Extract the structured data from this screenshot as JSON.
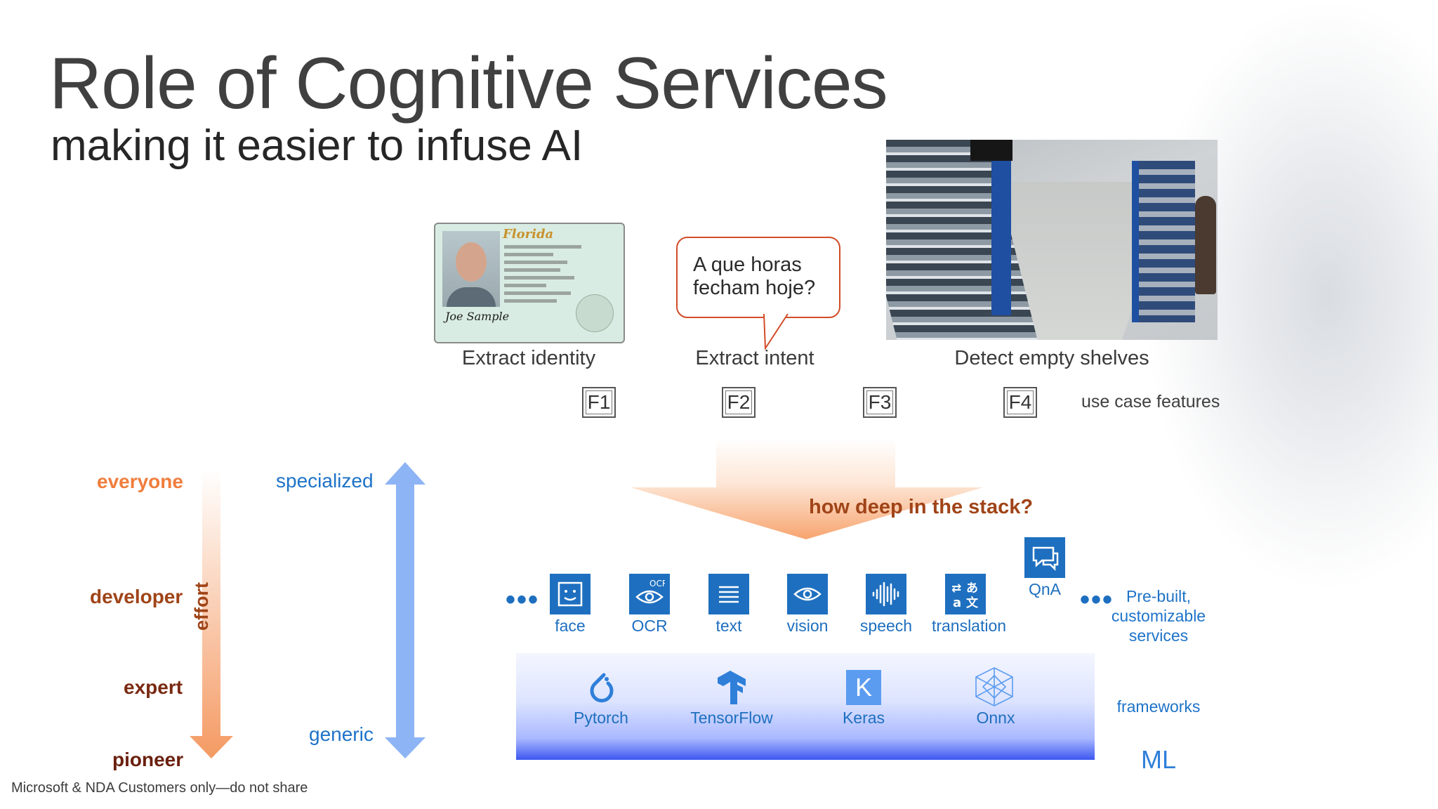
{
  "slide": {
    "title": "Role of Cognitive Services",
    "subtitle": "making it easier to infuse AI"
  },
  "use_cases": {
    "identity_caption": "Extract identity",
    "intent_caption": "Extract intent",
    "shelves_caption": "Detect empty shelves",
    "bubble_text": "A que horas\nfecham hoje?",
    "card_state": "Florida",
    "card_signature": "Joe Sample",
    "features": [
      "F1",
      "F2",
      "F3",
      "F4"
    ],
    "features_label": "use case features"
  },
  "left_scale": {
    "levels": [
      "everyone",
      "developer",
      "expert",
      "pioneer"
    ],
    "effort_label": "effort",
    "specialized_label": "specialized",
    "generic_label": "generic"
  },
  "stack": {
    "question": "how deep in the stack?",
    "ellipsis": "•••",
    "services": [
      {
        "label": "face",
        "icon": "face-icon"
      },
      {
        "label": "OCR",
        "icon": "ocr-icon",
        "badge": "OCR"
      },
      {
        "label": "text",
        "icon": "text-lines-icon"
      },
      {
        "label": "vision",
        "icon": "eye-icon"
      },
      {
        "label": "speech",
        "icon": "waveform-icon"
      },
      {
        "label": "translation",
        "icon": "translate-icon"
      },
      {
        "label": "QnA",
        "icon": "chat-bubbles-icon"
      }
    ],
    "prebuilt_label": "Pre-built,\ncustomizable\nservices",
    "frameworks": [
      {
        "label": "Pytorch",
        "icon": "pytorch-icon"
      },
      {
        "label": "TensorFlow",
        "icon": "tensorflow-icon"
      },
      {
        "label": "Keras",
        "icon": "keras-icon",
        "letter": "K"
      },
      {
        "label": "Onnx",
        "icon": "onnx-icon"
      }
    ],
    "frameworks_label": "frameworks",
    "ml_label": "ML"
  },
  "footer": "Microsoft & NDA Customers only—do not share",
  "colors": {
    "title": "#404040",
    "orange_light": "#f07d3c",
    "orange_dark": "#a04418",
    "maroon": "#7a2a12",
    "blue": "#1e6fbf",
    "arrow_blue": "#8db4f5"
  }
}
